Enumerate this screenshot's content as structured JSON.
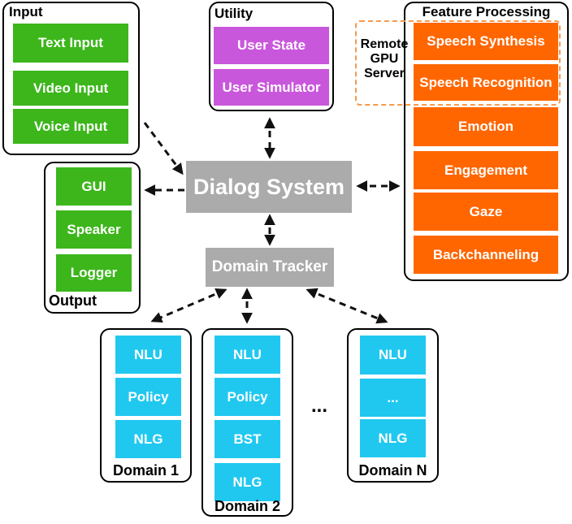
{
  "groups": {
    "input": {
      "label": "Input",
      "items": [
        "Text Input",
        "Video Input",
        "Voice Input"
      ]
    },
    "utility": {
      "label": "Utility",
      "items": [
        "User State",
        "User Simulator"
      ]
    },
    "feature_processing": {
      "label": "Feature Processing",
      "items": [
        "Speech Synthesis",
        "Speech Recognition",
        "Emotion",
        "Engagement",
        "Gaze",
        "Backchanneling"
      ]
    },
    "remote_gpu": {
      "label": "Remote\nGPU\nServer"
    },
    "output": {
      "label": "Output",
      "items": [
        "GUI",
        "Speaker",
        "Logger"
      ]
    },
    "domain1": {
      "label": "Domain 1",
      "items": [
        "NLU",
        "Policy",
        "NLG"
      ]
    },
    "domain2": {
      "label": "Domain 2",
      "items": [
        "NLU",
        "Policy",
        "BST",
        "NLG"
      ]
    },
    "domainN": {
      "label": "Domain N",
      "items": [
        "NLU",
        "...",
        "NLG"
      ]
    }
  },
  "nodes": {
    "dialog_system": "Dialog System",
    "domain_tracker": "Domain Tracker"
  },
  "ellipsis": "...",
  "colors": {
    "green": "#3CB61B",
    "purple": "#C957DC",
    "orange": "#FF6600",
    "cyan": "#20C8F0",
    "gray": "#ABABAB",
    "remote_dash": "#F59A4D"
  }
}
